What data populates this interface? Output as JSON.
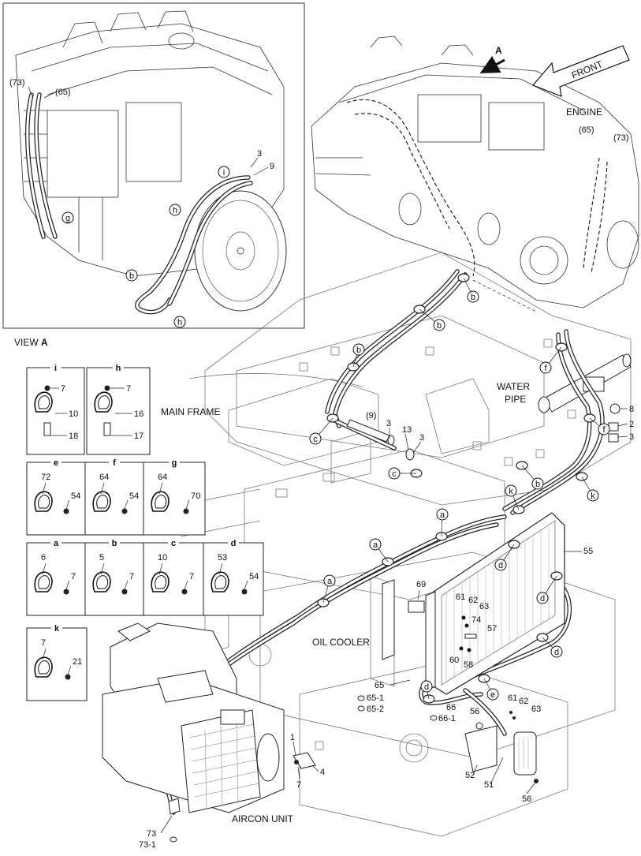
{
  "labels": {
    "view_a": "VIEW",
    "view_a_letter": "A",
    "front": "FRONT",
    "arrow_a": "A",
    "engine": "ENGINE",
    "water_pipe_1": "WATER",
    "water_pipe_2": "PIPE",
    "main_frame": "MAIN FRAME",
    "oil_cooler": "OIL COOLER",
    "aircon_unit": "AIRCON UNIT"
  },
  "inset_callouts": [
    {
      "id": "i-73",
      "text": "(73)"
    },
    {
      "id": "i-65",
      "text": "(65)"
    },
    {
      "id": "i-3",
      "text": "3"
    },
    {
      "id": "i-9",
      "text": "9"
    },
    {
      "id": "i-circ-i",
      "text": "i"
    },
    {
      "id": "i-circ-h1",
      "text": "h"
    },
    {
      "id": "i-circ-g",
      "text": "g"
    },
    {
      "id": "i-circ-b",
      "text": "b"
    },
    {
      "id": "i-circ-h2",
      "text": "h"
    }
  ],
  "clamp_boxes": [
    {
      "id": "i",
      "title": "i",
      "parts": [
        "7",
        "10",
        "18"
      ]
    },
    {
      "id": "h",
      "title": "h",
      "parts": [
        "7",
        "16",
        "17"
      ]
    },
    {
      "id": "e",
      "title": "e",
      "parts": [
        "72",
        "54"
      ]
    },
    {
      "id": "f",
      "title": "f",
      "parts": [
        "64",
        "54"
      ]
    },
    {
      "id": "g",
      "title": "g",
      "parts": [
        "64",
        "70"
      ]
    },
    {
      "id": "a",
      "title": "a",
      "parts": [
        "6",
        "7"
      ]
    },
    {
      "id": "b",
      "title": "b",
      "parts": [
        "5",
        "7"
      ]
    },
    {
      "id": "c",
      "title": "c",
      "parts": [
        "10",
        "7"
      ]
    },
    {
      "id": "d",
      "title": "d",
      "parts": [
        "53",
        "54"
      ]
    },
    {
      "id": "k",
      "title": "k",
      "parts": [
        "7",
        "21"
      ]
    }
  ],
  "callouts": {
    "p73a": "(73)",
    "p65a": "(65)",
    "c8": "8",
    "c2": "2",
    "c3a": "3",
    "c3b": "3",
    "c3c": "3",
    "c13": "13",
    "c9": "(9)",
    "c55": "55",
    "c69": "69",
    "c61a": "61",
    "c62a": "62",
    "c63a": "63",
    "c74": "74",
    "c57": "57",
    "c60": "60",
    "c58": "58",
    "c65": "65",
    "c65_1": "65-1",
    "c65_2": "65-2",
    "c66": "66",
    "c66_1": "66-1",
    "c56a": "56",
    "c56b": "56",
    "c61b": "61",
    "c62b": "62",
    "c63b": "63",
    "c52": "52",
    "c51": "51",
    "c1": "1",
    "c4": "4",
    "c7": "7",
    "c73": "73",
    "c73_1": "73-1"
  },
  "circle_letters": {
    "b1": "b",
    "b2": "b",
    "b3": "b",
    "b4": "b",
    "c1": "c",
    "c2": "c",
    "f1": "f",
    "f2": "f",
    "k1": "k",
    "k2": "k",
    "a1": "a",
    "a2": "a",
    "a3": "a",
    "a4": "a",
    "d1": "d",
    "d2": "d",
    "d3": "d",
    "d4": "d",
    "e1": "e"
  }
}
